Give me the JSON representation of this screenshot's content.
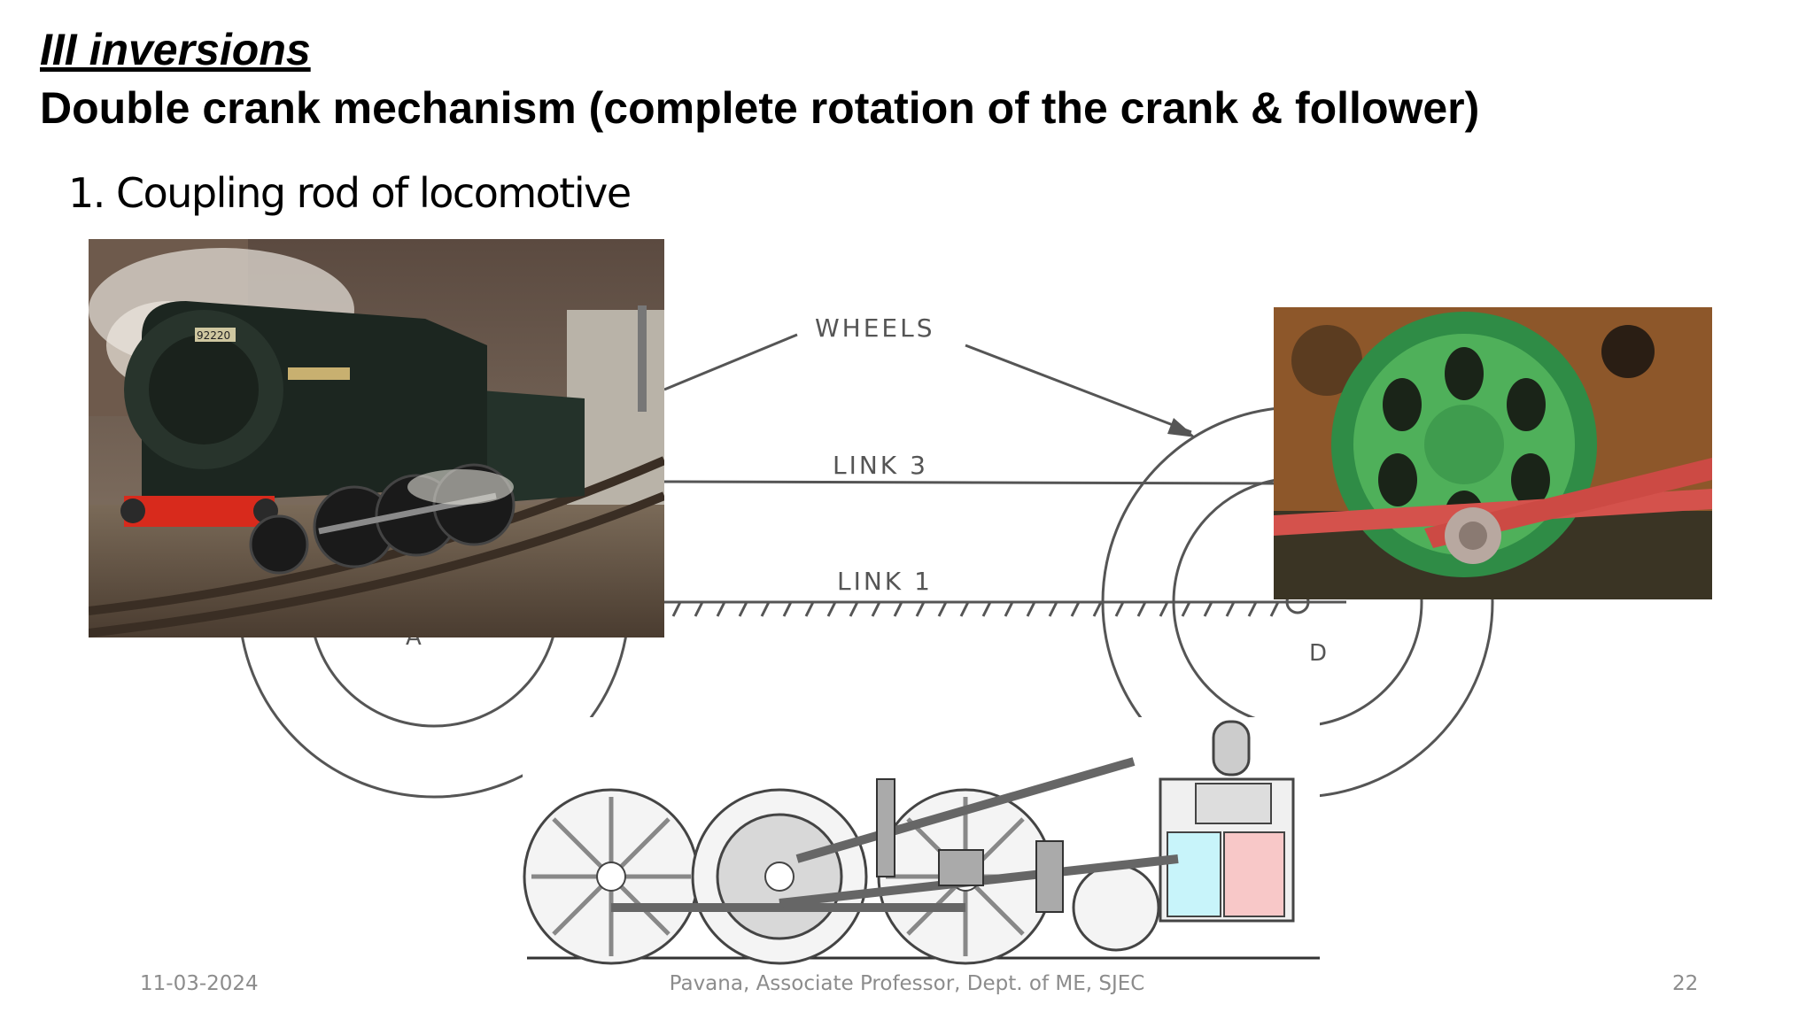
{
  "slide": {
    "heading": "III inversions",
    "subheading": "Double crank mechanism (complete rotation of the crank & follower)",
    "bullet": "1. Coupling rod of locomotive"
  },
  "diagram": {
    "label_wheels": "WHEELS",
    "label_link3": "LINK 3",
    "label_link1": "LINK 1",
    "label_a": "A",
    "label_d": "D"
  },
  "photo_locomotive": {
    "number_plate": "92220"
  },
  "footer": {
    "date": "11-03-2024",
    "author": "Pavana, Associate Professor, Dept. of ME, SJEC",
    "page": "22"
  }
}
